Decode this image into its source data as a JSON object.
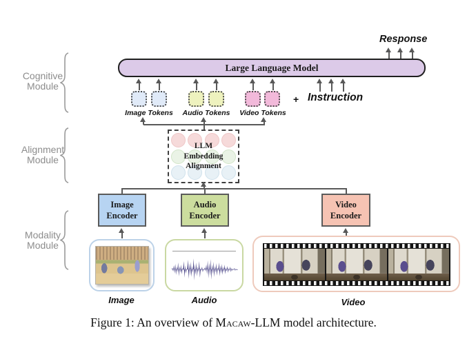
{
  "diagram": {
    "response_label": "Response",
    "llm_bar": {
      "label": "Large Language Model"
    },
    "plus_sign": "+",
    "instruction_label": "Instruction",
    "token_groups": [
      {
        "label": "Image Tokens"
      },
      {
        "label": "Audio Tokens"
      },
      {
        "label": "Video Tokens"
      }
    ],
    "alignment_box": {
      "line1": "LLM",
      "line2": "Embedding",
      "line3": "Alignment"
    },
    "module_labels": [
      {
        "line1": "Cognitive",
        "line2": "Module"
      },
      {
        "line1": "Alignment",
        "line2": "Module"
      },
      {
        "line1": "Modality",
        "line2": "Module"
      }
    ],
    "encoders": [
      {
        "line1": "Image",
        "line2": "Encoder"
      },
      {
        "line1": "Audio",
        "line2": "Encoder"
      },
      {
        "line1": "Video",
        "line2": "Encoder"
      }
    ],
    "media_labels": [
      "Image",
      "Audio",
      "Video"
    ],
    "caption": {
      "prefix": "Figure 1: An overview of ",
      "smallcaps": "Macaw",
      "suffix": "-LLM model architecture."
    },
    "colors": {
      "llm_bar_fill": "#dccae8",
      "image_token_fill": "#e0eaf8",
      "audio_token_fill": "#eef2be",
      "video_token_fill": "#f2b9da",
      "image_encoder_fill": "#b7d4f2",
      "audio_encoder_fill": "#ccdd9e",
      "video_encoder_fill": "#f6c3b3",
      "circle_row_pink": "#f6dada",
      "circle_row_green": "#eaf3e6",
      "circle_row_blue": "#e8f1f6",
      "arrow_color": "#585858",
      "module_label_color": "#8c8c8c",
      "waveform_color": "#1b1468"
    }
  }
}
